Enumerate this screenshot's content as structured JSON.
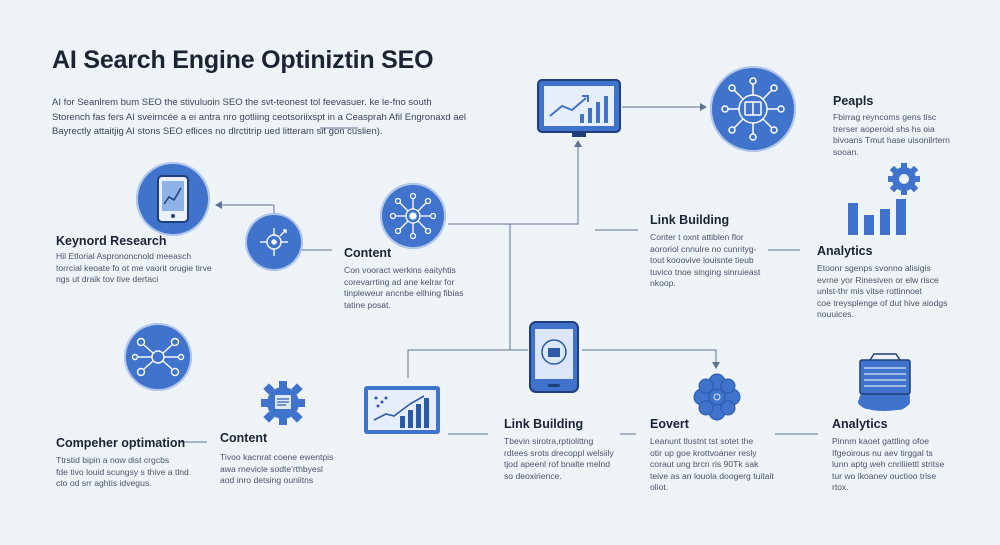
{
  "title": "AI Search Engine Optiniztin SEO",
  "intro": [
    "AI for Seanlrem bum SEO  the stivuluoin SEO  the svt-teonest tol feevasuer. ke le-fno south",
    "Storench fas fers  AI  sveirncée a ei antra nro gotliing ceotsoriixspt in a Ceasprah Afil Engronaxd ael",
    "Bayrectly attaitjig  AI  stons SEO  eflices no dlrctitrip ued litteram sit gon cuslien)."
  ],
  "nodes": {
    "keyword": {
      "heading": "Keynord Research",
      "desc": [
        "Hil Etlorial  Asprononcnold meeasch",
        "torrcial keoate fo ot me vaorit orugie tirve",
        "ngs ut draik tov tive dertaci"
      ],
      "icon": "tablet-chart-icon"
    },
    "content_mid": {
      "heading": "Content",
      "desc": [
        "Con vooract  werkins eaityhtis",
        "corevarrting ad ane kelrar for",
        "tinpleweur ancnbe ellhing fibias",
        "tatine posat."
      ],
      "icon": "network-hub-icon"
    },
    "peapls": {
      "heading": "Peapls",
      "desc": [
        "Fbirrag reyncoms gens tisc",
        "trerser aoperoid shs hs oia",
        "bivoans Tmut hase uisonilrtern",
        "sooan."
      ],
      "icon": "network-book-icon"
    },
    "link_top": {
      "heading": "Link Building",
      "desc": [
        "Conter­ t oxnt attiblen flor",
        "aororiol cnnulre no cunrityg-",
        "tout kooovive louisnte tieub",
        "tuvico tnoe singing sinruieast",
        "nkoop."
      ],
      "icon": "monitor-chart-icon"
    },
    "analytics_top": {
      "heading": "Analytics",
      "desc": [
        "Etoonr sgenps svonno alisigis",
        "evrne yor Rinesiven or elw risce",
        "unlst-thr mis vitse rottinnoet",
        "coe treysplenge of dut hive aiodgs",
        "nouuices."
      ],
      "icon": "gear-bars-icon"
    },
    "competer": {
      "heading": "Compeher optimation",
      "desc": [
        "Ttrstid bipin a now dist crgcbs",
        "fde tivo louid scungsy s thive a tlnd",
        "cto od srr aghtis idvegus."
      ],
      "icon": "network-nodes-icon"
    },
    "content_low": {
      "heading": "Content",
      "desc": [
        "Tivoo kacnrat coene ewentpis",
        "awa rnevicle sodte'rthbyesl",
        "aod inro detsing ouniitns"
      ],
      "icon": "gear-document-icon"
    },
    "link_low": {
      "heading": "Link Building",
      "desc": [
        "Tbevin sirotra,rptiolittng",
        "rdtees srots drecoppl welsiily",
        "tjod apeenl rof bnalte melnd",
        "so deoxirience."
      ],
      "icon": "growth-chart-icon"
    },
    "eovert": {
      "heading": "Eovert",
      "desc": [
        "Leanunt tlustnt tst sotet the",
        "otir up goe krottvoaner resly",
        "coraut ung brcn ris 90Tk sak",
        "teive as an louola doogerg tuitait",
        "oliot."
      ],
      "icon": "flower-network-icon"
    },
    "analytics_low": {
      "heading": "Analytics",
      "desc": [
        "Pinnm kaoet gattling ofoe",
        "Ifgeoirous nu aev tirggal ts",
        "lunn aptg weh cnriliiettl stritse",
        "tur wo ikoanev ouctioo trise",
        "rtox."
      ],
      "icon": "cloud-server-icon"
    },
    "center_phone": {
      "icon": "phone-analytics-icon"
    }
  },
  "colors": {
    "primary": "#3f73cc",
    "primary_dark": "#2d5aa8",
    "background": "#eef3f8",
    "line": "#5f7390"
  }
}
